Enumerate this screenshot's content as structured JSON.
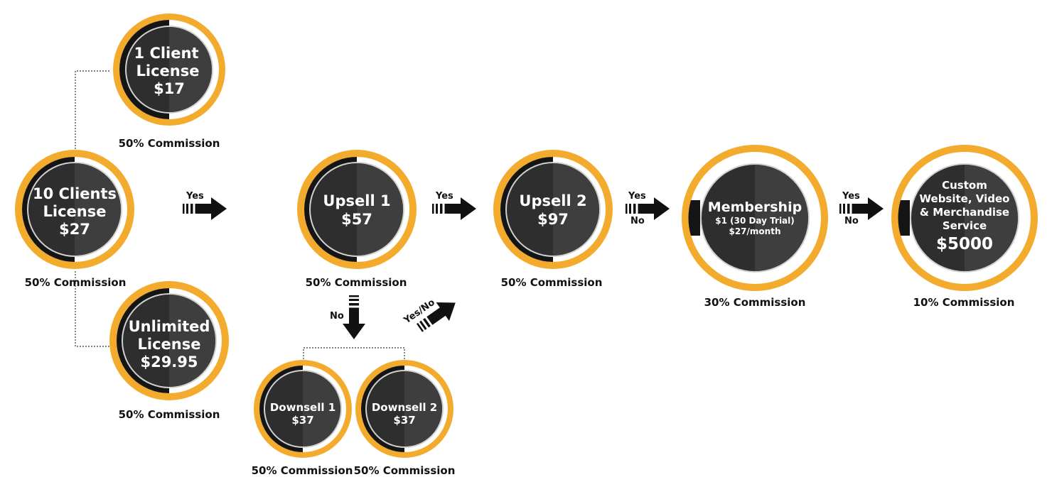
{
  "colors": {
    "ring": "#f3ab2d",
    "ring_inner_white": "#ffffff",
    "shadow_black": "#151515",
    "node_dark": "#2e2e2e",
    "node_light": "#3e3e3e",
    "node_border": "#d0d0d0",
    "arrow": "#111111"
  },
  "nodes": {
    "one_client": {
      "line1": "1 Client",
      "line2": "License",
      "line3": "$17",
      "commission": "50% Commission"
    },
    "ten_clients": {
      "line1": "10 Clients",
      "line2": "License",
      "line3": "$27",
      "commission": "50% Commission"
    },
    "unlimited": {
      "line1": "Unlimited",
      "line2": "License",
      "line3": "$29.95",
      "commission": "50% Commission"
    },
    "upsell1": {
      "line1": "Upsell 1",
      "line2": "$57",
      "commission": "50% Commission"
    },
    "upsell2": {
      "line1": "Upsell 2",
      "line2": "$97",
      "commission": "50% Commission"
    },
    "downsell1": {
      "line1": "Downsell 1",
      "line2": "$37",
      "commission": "50% Commission"
    },
    "downsell2": {
      "line1": "Downsell 2",
      "line2": "$37",
      "commission": "50% Commission"
    },
    "membership": {
      "line1": "Membership",
      "line2": "$1 (30 Day Trial)",
      "line3": "$27/month",
      "commission": "30% Commission"
    },
    "custom": {
      "line1": "Custom",
      "line2": "Website, Video",
      "line3": "& Merchandise",
      "line4": "Service",
      "price": "$5000",
      "commission": "10% Commission"
    }
  },
  "arrows": {
    "a1": {
      "label": "Yes"
    },
    "a2": {
      "label": "Yes"
    },
    "a3": {
      "label1": "Yes",
      "label2": "No"
    },
    "a4": {
      "label1": "Yes",
      "label2": "No"
    },
    "down": {
      "label": "No"
    },
    "diag": {
      "label": "Yes/No"
    }
  }
}
